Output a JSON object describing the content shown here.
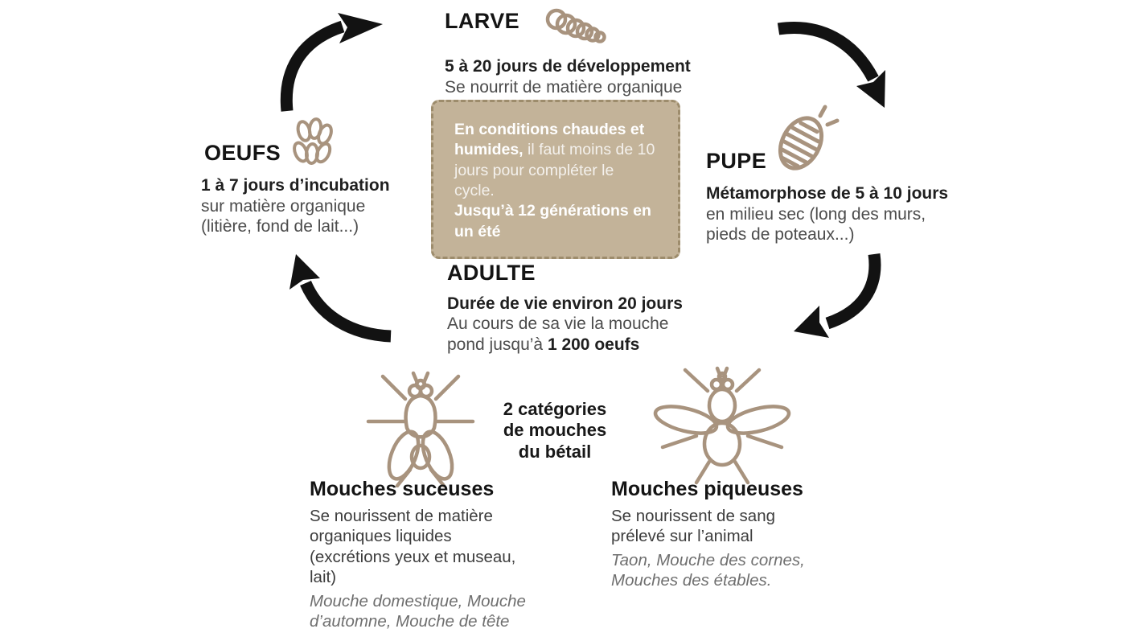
{
  "palette": {
    "background": "#ffffff",
    "arrow_black": "#121212",
    "title_black": "#141414",
    "body_gray": "#4c4c4c",
    "example_gray": "#6f6f6f",
    "icon_tan": "#a8937e",
    "box_background": "#c3b399",
    "box_border": "#9d8c6c",
    "box_text": "#ffffff"
  },
  "cycle": {
    "larve": {
      "title": "LARVE",
      "bold_line": "5 à 20 jours de développement",
      "lines": [
        "Se nourrit de matière organique"
      ]
    },
    "pupe": {
      "title": "PUPE",
      "bold_line": "Métamorphose de 5 à 10 jours",
      "lines": [
        "en milieu sec (long des murs,",
        "pieds de poteaux...)"
      ]
    },
    "adulte": {
      "title": "ADULTE",
      "bold_line": "Durée de vie environ 20 jours",
      "line2": "Au cours de sa vie la mouche",
      "line3_regular": "pond jusqu’à ",
      "line3_bold": "1 200 oeufs"
    },
    "oeufs": {
      "title": "OEUFS",
      "bold_line": "1 à 7 jours d’incubation",
      "lines": [
        "sur matière organique",
        "(litière, fond de lait...)"
      ]
    }
  },
  "center_box": {
    "bold_intro": "En conditions chaudes et humides,",
    "regular": " il faut moins de 10 jours pour compléter le cycle.",
    "bold_outro": "Jusqu’à 12 générations en un été"
  },
  "categories": {
    "heading_lines": [
      "2 catégories",
      "de mouches",
      "du bétail"
    ],
    "left": {
      "title": "Mouches suceuses",
      "desc_lines": [
        "Se nourissent de matière",
        "organiques liquides",
        "(excrétions yeux et museau,",
        "lait)"
      ],
      "example_lines": [
        "Mouche domestique, Mouche",
        "d’automne, Mouche de tête"
      ]
    },
    "right": {
      "title": "Mouches piqueuses",
      "desc_lines": [
        "Se nourissent de sang",
        "prélevé sur l’animal"
      ],
      "example_lines": [
        "Taon, Mouche des cornes,",
        "Mouches des étables."
      ]
    }
  }
}
